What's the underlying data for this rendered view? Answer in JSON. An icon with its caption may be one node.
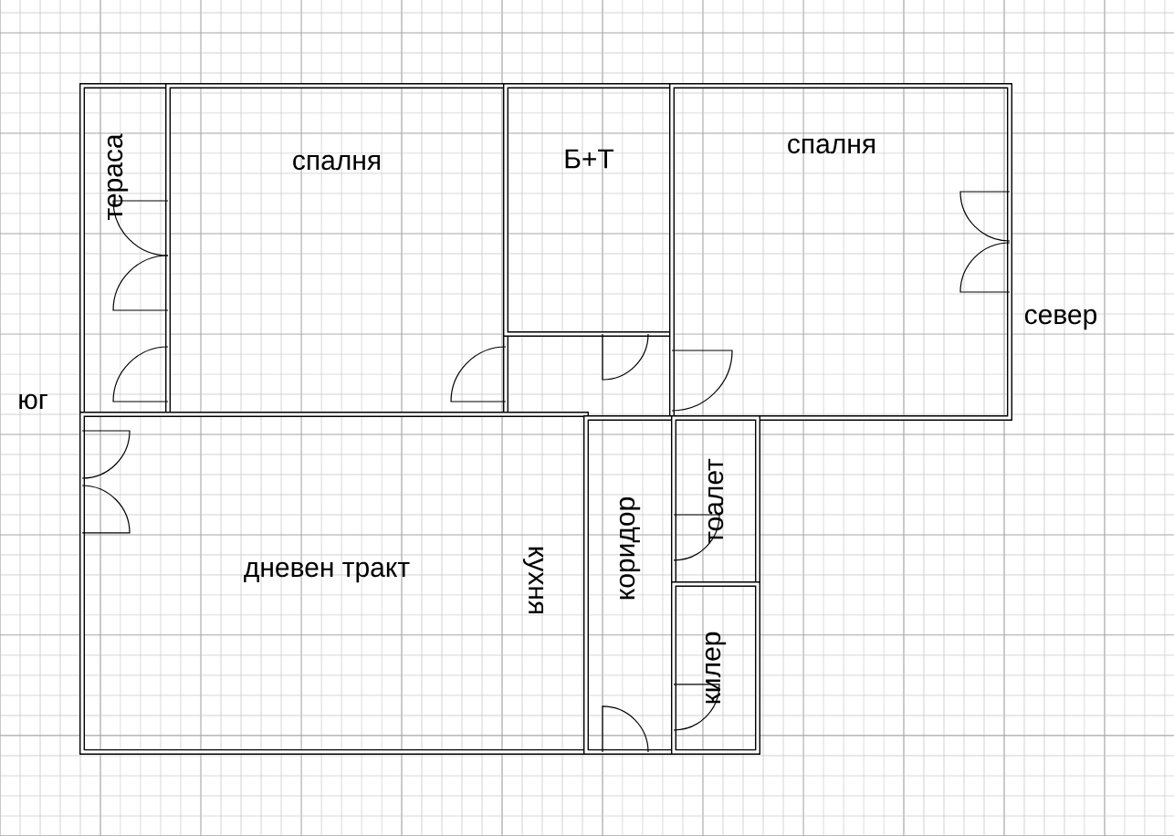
{
  "diagram": {
    "nodes": [
      {
        "text": [
          "тераса"
        ]
      },
      {
        "text": [
          "спалня"
        ]
      },
      {
        "text": [
          "Б+Т"
        ]
      },
      {
        "text": [
          "спалня"
        ]
      },
      {
        "text": [
          "дневен тракт"
        ]
      },
      {
        "text": [
          "коридор"
        ]
      },
      {
        "text": [
          "тоалет"
        ]
      },
      {
        "text": [
          "килер"
        ]
      }
    ],
    "edges": [],
    "labels": [
      "юг",
      "север",
      "кухня"
    ]
  }
}
